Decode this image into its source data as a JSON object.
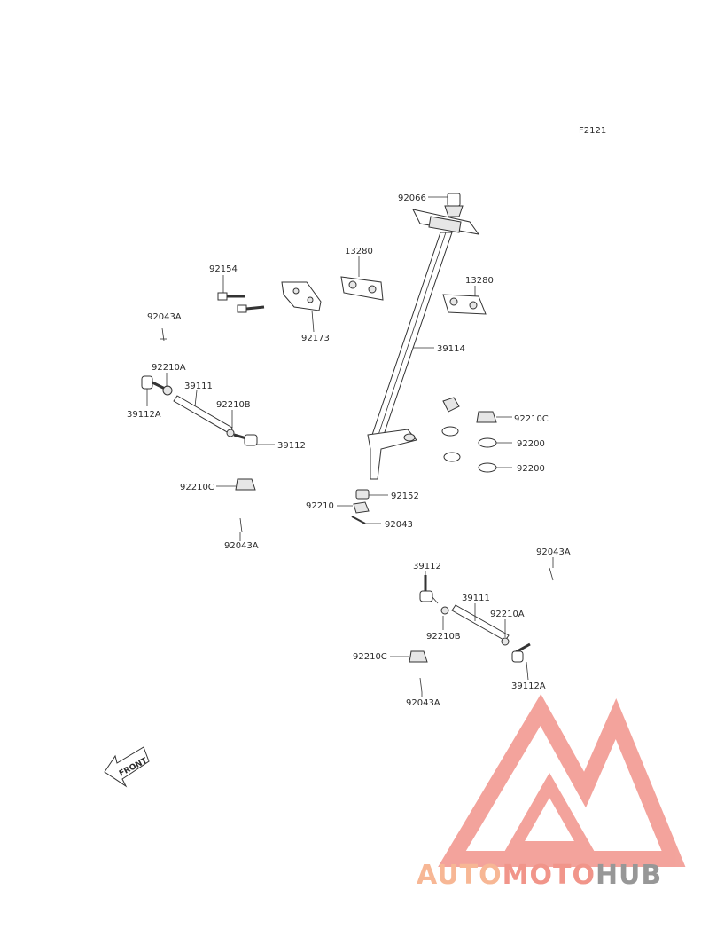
{
  "figure_code": "F2121",
  "front_arrow": {
    "label": "FRONT",
    "icon": "front-arrow-icon"
  },
  "watermark": {
    "part1": "AUTO",
    "part2": "MOTO",
    "part3": "HUB",
    "color1": "#f7b08a",
    "color2": "#f08a7e",
    "color3": "#8c8c8c",
    "logo_color": "#f29a92"
  },
  "labels": {
    "p92066": "92066",
    "p13280a": "13280",
    "p13280b": "13280",
    "p92154": "92154",
    "p92173": "92173",
    "p92043A_1": "92043A",
    "p39114": "39114",
    "p92210A_1": "92210A",
    "p39111_1": "39111",
    "p39112A_1": "39112A",
    "p92210B_1": "92210B",
    "p39112_1": "39112",
    "p92210C_1": "92210C",
    "p92200_1": "92200",
    "p92200_2": "92200",
    "p92210C_2": "92210C",
    "p92152": "92152",
    "p92210": "92210",
    "p92043": "92043",
    "p92043A_2": "92043A",
    "p92043A_3": "92043A",
    "p39112_2": "39112",
    "p39111_2": "39111",
    "p92210A_2": "92210A",
    "p92210B_2": "92210B",
    "p92210C_3": "92210C",
    "p39112A_2": "39112A",
    "p92043A_4": "92043A"
  }
}
